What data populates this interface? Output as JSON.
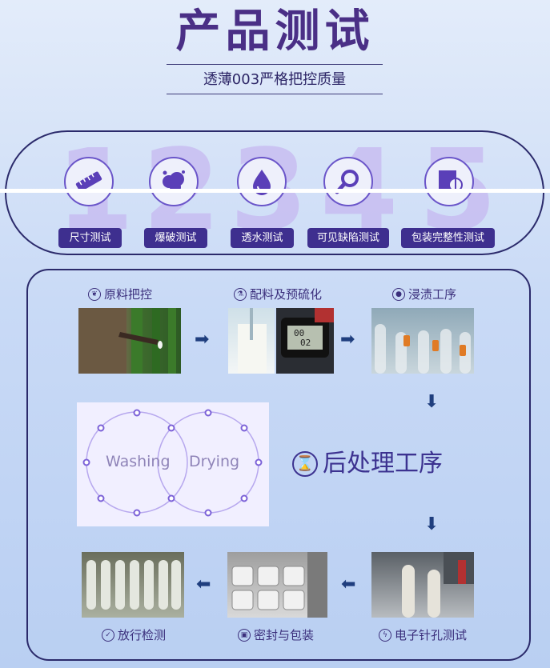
{
  "header": {
    "title": "产品测试",
    "subtitle": "透薄003严格把控质量"
  },
  "tests": [
    {
      "num": "1",
      "label": "尺寸测试",
      "icon": "ruler-icon"
    },
    {
      "num": "2",
      "label": "爆破测试",
      "icon": "burst-icon"
    },
    {
      "num": "3",
      "label": "透水测试",
      "icon": "water-drop-icon"
    },
    {
      "num": "4",
      "label": "可见缺陷测试",
      "icon": "magnifier-icon"
    },
    {
      "num": "5",
      "label": "包装完整性测试",
      "icon": "package-icon"
    }
  ],
  "process": {
    "step1": "原料把控",
    "step2": "配料及预硫化",
    "step3": "浸渍工序",
    "venn_left": "Washing",
    "venn_right": "Drying",
    "post": "后处理工序",
    "step4": "电子针孔测试",
    "step5": "密封与包装",
    "step6": "放行检测",
    "gauge_lines": [
      "00",
      "02"
    ]
  },
  "colors": {
    "accent": "#3e2f8f",
    "title": "#4a2f86",
    "arrow": "#1f3e7e"
  }
}
